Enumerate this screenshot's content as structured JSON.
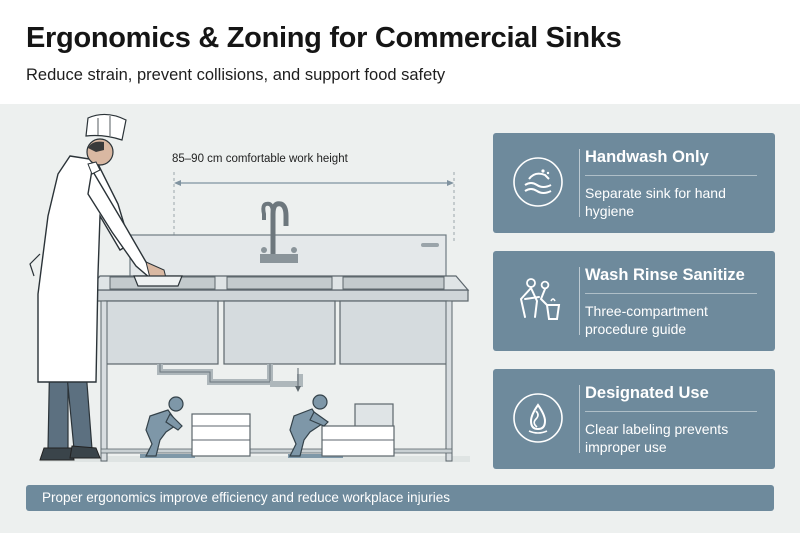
{
  "header": {
    "title": "Ergonomics & Zoning for Commercial Sinks",
    "subtitle": "Reduce strain, prevent collisions, and support food safety"
  },
  "illustration": {
    "height_label": "85–90 cm comfortable work height"
  },
  "cards": [
    {
      "icon": "handwash-icon",
      "title": "Handwash Only",
      "desc": "Separate sink for hand hygiene"
    },
    {
      "icon": "worker-bin-icon",
      "title": "Wash Rinse Sanitize",
      "desc": "Three-compartment procedure guide"
    },
    {
      "icon": "label-drop-icon",
      "title": "Designated Use",
      "desc": "Clear labeling prevents improper use"
    }
  ],
  "footer": {
    "text": "Proper ergonomics improve efficiency and reduce workplace injuries"
  },
  "colors": {
    "card_bg": "#6e8a9c",
    "panel_bg": "#edf0ef",
    "steel": "#c9d0d3"
  }
}
